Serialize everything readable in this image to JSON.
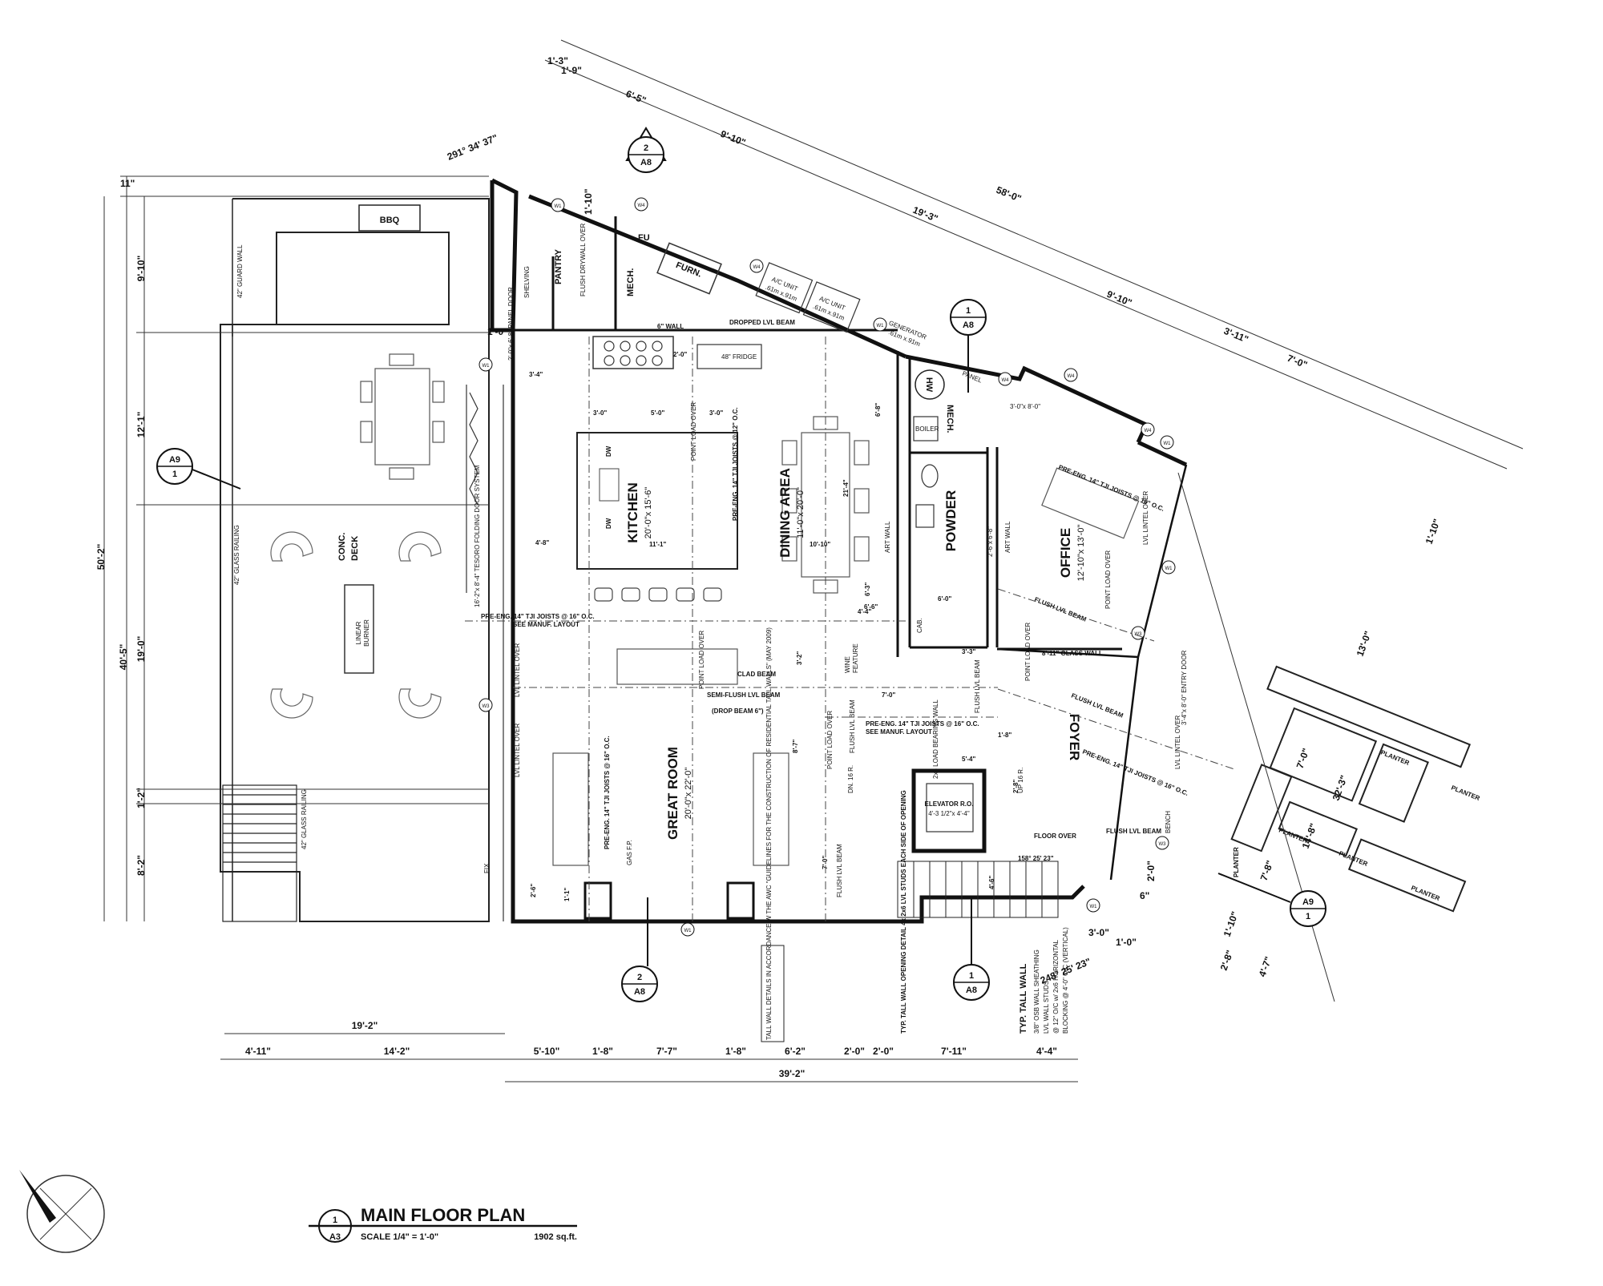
{
  "title_block": {
    "number": "1",
    "sheet": "A3",
    "title": "MAIN FLOOR PLAN",
    "scale": "SCALE 1/4\" = 1'-0\"",
    "area": "1902 sq.ft."
  },
  "rooms": {
    "bbq": "BBQ",
    "pantry": "PANTRY",
    "mech1": "MECH.",
    "furn1": "FU",
    "furn2": "FURN.",
    "kitchen": "KITCHEN",
    "kitchen_size": "20'-0\"x 15'-6\"",
    "dining": "DINING AREA",
    "dining_size": "11'-0\"x 20'-0\"",
    "mech2": "MECH.",
    "hw": "HW",
    "powder": "POWDER",
    "office": "OFFICE",
    "office_size": "12'-10\"x 13'-0\"",
    "deck1": "CONC.",
    "deck2": "DECK",
    "great": "GREAT ROOM",
    "great_size": "20'-0\"x 22'-0\"",
    "foyer": "FOYER",
    "elevator": "ELEVATOR R.O.",
    "elevator_size": "4'-3 1/2\"x 4'-4\"",
    "burner1": "LINEAR",
    "burner2": "BURNER",
    "planter": "PLANTER",
    "bench": "BENCH",
    "boiler": "BOILER",
    "fridge": "48\" FRIDGE",
    "dw": "DW",
    "gas_fp": "GAS F.P.",
    "wine": "WINE",
    "feature": "FEATURE",
    "cab": "CAB.",
    "generator": "GENERATOR",
    "gen_size": ".61m x.91m",
    "ac_unit": "A/C UNIT",
    "ac_size": ".61m x.91m",
    "panel": "PANEL"
  },
  "notes": {
    "tji_16": "PRE-ENG. 14\" TJI JOISTS @ 16\" O.C.",
    "manuf": "SEE MANUF. LAYOUT",
    "tji_12": "PRE-ENG. 14\" TJI JOISTS @ 12\" O.C.",
    "dropped_lvl": "DROPPED LVL BEAM",
    "six_wall": "6\" WALL",
    "clad_beam": "CLAD BEAM",
    "semi_flush": "SEMI-FLUSH LVL BEAM",
    "drop_beam": "(DROP BEAM 6\")",
    "glass_railing": "42\" GLASS RAILING",
    "guard_wall": "42\" GUARD WALL",
    "glass_wall": "8'-11\" GLASS WALL",
    "folding_door": "16'-2\"x 8'-4\" TESORO FOLDING DOOR SYSTEM",
    "lvl_lintel": "LVL LINTEL OVER",
    "point_load": "POINT LOAD OVER",
    "flush_lvl": "FLUSH LVL BEAM",
    "floor_over": "FLOOR OVER",
    "art_wall": "ART WALL",
    "tall_wall": "TYP. TALL WALL OPENING DETAIL 4x 2x6 LVL STUDS EACH SIDE OF OPENING",
    "typ_tall": "TYP. TALL WALL",
    "sheathing": "3/8\" OSB WALL SHEATHING",
    "lvl_studs": "LVL WALL STUDS",
    "blocking": "@ 12\" O/C w/ 2x6 HORIZONTAL",
    "blocking2": "BLOCKING @ 4'-0\" O/C (VERTICAL)",
    "tall_wall_details": "TALL WALL DETAILS IN ACCORDANCE W THE AWC \"GUIDELINES FOR THE CONSTRUCTION OF RESIDENTIAL TALL WALLS\" (MAY 2009)",
    "dn": "DN. 16 R.",
    "up": "UP 16 R.",
    "load_bearing": "2x6 LOAD BEARING WALL",
    "shelving": "SHELVING",
    "flush_drywall": "FLUSH DRYWALL OVER",
    "entry_door": "3'-4\"x 8'-0\" ENTRY DOOR",
    "door_6_8": "2'-6\"x 6'-8\"",
    "fix": "FIX",
    "panel_door": "2'-0\"x 6'-8\" PANEL DOOR",
    "door_3_8": "3'-0\"x 8'-0\""
  },
  "tags": {
    "a8": "A8",
    "a9": "A9",
    "one": "1",
    "two": "2",
    "w1": "W1",
    "w3": "W3",
    "w4": "W4"
  },
  "dims": {
    "d_1_3": "1'-3\"",
    "d_1_9": "1'-9\"",
    "d_6_5": "6'-5\"",
    "d_9_10": "9'-10\"",
    "d_58_0": "58'-0\"",
    "d_19_3": "19'-3\"",
    "d_9_10b": "9'-10\"",
    "d_3_11": "3'-11\"",
    "d_7_0": "7'-0\"",
    "d_1_10": "1'-10\"",
    "d_13_0": "13'-0\"",
    "d_1_10b": "1'-10\"",
    "d_7_0b": "7'-0\"",
    "d_32_3": "32'-3\"",
    "d_14_8": "14'-8\"",
    "d_7_8": "7'-8\"",
    "d_1_10c": "1'-10\"",
    "d_4_7": "4'-7\"",
    "d_2_8": "2'-8\"",
    "d_6": "6\"",
    "d_2_0": "2'-0\"",
    "d_3_0": "3'-0\"",
    "d_1_0": "1'-0\"",
    "angle1": "291° 34' 37\"",
    "angle2": "248° 25' 23\"",
    "angle3": "158° 25' 23\"",
    "d_11": "11\"",
    "d_9_10c": "9'-10\"",
    "d_50_2": "50'-2\"",
    "d_12_1": "12'-1\"",
    "d_40_5": "40'-5\"",
    "d_19_0": "19'-0\"",
    "d_1_2": "1'-2\"",
    "d_8_2": "8'-2\"",
    "d_19_2": "19'-2\"",
    "b_4_11": "4'-11\"",
    "b_14_2": "14'-2\"",
    "b_5_10": "5'-10\"",
    "b_1_8": "1'-8\"",
    "b_7_7": "7'-7\"",
    "b_1_8b": "1'-8\"",
    "b_6_2": "6'-2\"",
    "b_2_0": "2'-0\"",
    "b_2_0b": "2'-0\"",
    "b_7_11": "7'-11\"",
    "b_4_4": "4'-4\"",
    "b_39_2": "39'-2\"",
    "i_1_0": "1'-0\"",
    "i_3_4": "3'-4\"",
    "i_3_0": "3'-0\"",
    "i_5_0": "5'-0\"",
    "i_4_8": "4'-8\"",
    "i_11_1": "11'-1\"",
    "i_10_10": "10'-10\"",
    "i_21_4": "21'-4\"",
    "i_7_0": "7'-0\"",
    "i_6_8": "6'-8\"",
    "i_2_0": "2'-0\"",
    "i_4_4": "4'-4\"",
    "i_6_3": "6'-3\"",
    "i_7_0b": "7'-0\"",
    "i_3_2": "3'-2\"",
    "i_3_3": "3'-3\"",
    "i_6_0": "6'-0\"",
    "i_8_7": "8'-7\"",
    "i_2_6": "2'-6\"",
    "i_1_1": "1'-1\"",
    "i_1_8": "1'-8\"",
    "i_2_8": "2'-8\"",
    "i_5_4": "5'-4\"",
    "i_4_6": "4'-6\"",
    "i_7_0c": "7'-0\"",
    "i_6_6": "6'-6\""
  }
}
